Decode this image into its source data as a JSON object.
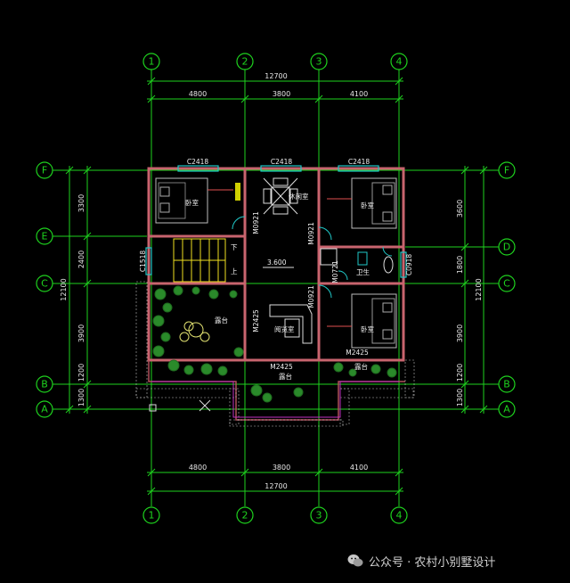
{
  "axes_top": [
    "1",
    "2",
    "3",
    "4"
  ],
  "axes_bottom": [
    "1",
    "2",
    "3",
    "4"
  ],
  "axes_left": [
    "F",
    "E",
    "C",
    "B",
    "A"
  ],
  "axes_right": [
    "F",
    "D",
    "C",
    "B",
    "A"
  ],
  "dims": {
    "total_top": "12700",
    "span_12": "4800",
    "span_23": "3800",
    "span_34": "4100",
    "total_bottom": "12700",
    "span_12_b": "4800",
    "span_23_b": "3800",
    "span_34_b": "4100",
    "left_FE": "3300",
    "left_EC": "2400",
    "left_CB": "3900",
    "left_BA": "1200",
    "left_A": "1300",
    "left_total": "12100",
    "right_FD": "3600",
    "right_DC": "1800",
    "right_CB": "3900",
    "right_BA": "1200",
    "right_A": "1300",
    "right_total": "12100"
  },
  "windows": {
    "w1": "C2418",
    "w2": "C2418",
    "w3": "C2418",
    "w4": "C1518",
    "w5": "C0918"
  },
  "doors": {
    "d1": "M0921",
    "d2": "M0921",
    "d3": "M0921",
    "d4": "M0721",
    "d5": "M2425",
    "d6": "M2425",
    "d7": "M2425"
  },
  "rooms": {
    "bedroom_nw": "卧室",
    "activity": "休闲室",
    "bedroom_ne": "卧室",
    "bath": "卫生",
    "stair_down": "下",
    "stair_up": "上",
    "level": "3.600",
    "terrace_w": "露台",
    "study": "阅览室",
    "bedroom_se": "卧室",
    "terrace_s": "露台",
    "terrace_se": "露台"
  },
  "watermark": {
    "text": "公众号 · 农村小别墅设计",
    "icon": "wechat-icon"
  },
  "colors": {
    "axis": "#1ed21e",
    "wall": "#c8646e",
    "window": "#20c8c8",
    "stair": "#f0e020",
    "background": "#000000"
  }
}
